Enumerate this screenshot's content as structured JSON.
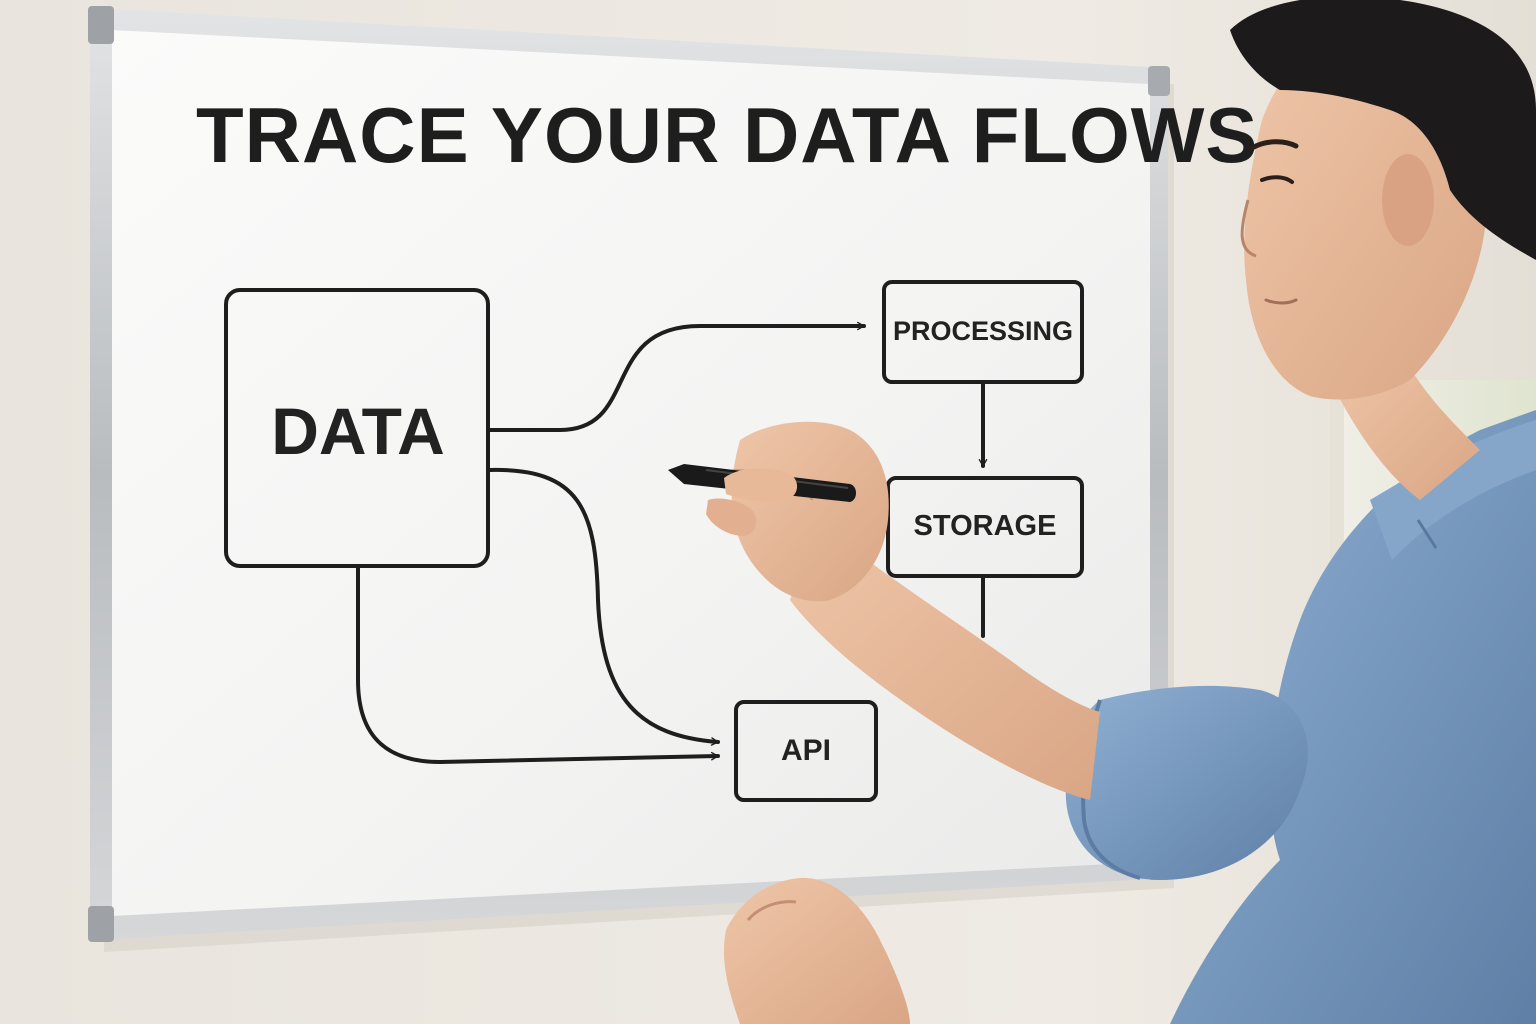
{
  "whiteboard": {
    "title": "TRACE YOUR DATA FLOWS",
    "nodes": {
      "data": "DATA",
      "processing": "PROCESSING",
      "storage": "STORAGE",
      "api": "API"
    }
  },
  "colors": {
    "wall": "#ece8e1",
    "board": "#f7f7f6",
    "frame": "#c9ccce",
    "ink": "#1e1e1e",
    "shirt": "#7b9cc0",
    "skin": "#e7b999",
    "hair": "#1c1a1a"
  }
}
